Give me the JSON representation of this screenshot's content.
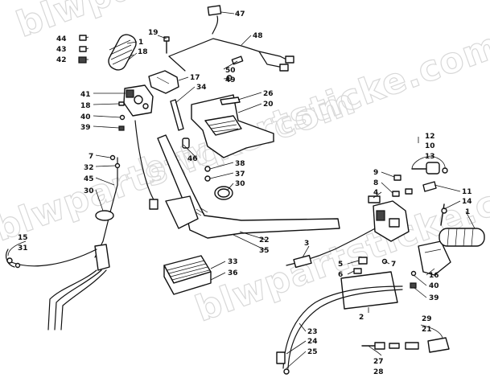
{
  "watermark": "blwpartsticke.com",
  "callouts": [
    {
      "id": "47",
      "label": "47"
    },
    {
      "id": "19",
      "label": "19"
    },
    {
      "id": "1a",
      "label": "1"
    },
    {
      "id": "18a",
      "label": "18"
    },
    {
      "id": "44",
      "label": "44"
    },
    {
      "id": "43",
      "label": "43"
    },
    {
      "id": "42",
      "label": "42"
    },
    {
      "id": "48",
      "label": "48"
    },
    {
      "id": "50",
      "label": "50"
    },
    {
      "id": "49",
      "label": "49"
    },
    {
      "id": "17",
      "label": "17"
    },
    {
      "id": "34",
      "label": "34"
    },
    {
      "id": "41",
      "label": "41"
    },
    {
      "id": "18b",
      "label": "18"
    },
    {
      "id": "40a",
      "label": "40"
    },
    {
      "id": "39a",
      "label": "39"
    },
    {
      "id": "26",
      "label": "26"
    },
    {
      "id": "20",
      "label": "20"
    },
    {
      "id": "7a",
      "label": "7"
    },
    {
      "id": "32",
      "label": "32"
    },
    {
      "id": "45",
      "label": "45"
    },
    {
      "id": "46",
      "label": "46"
    },
    {
      "id": "38",
      "label": "38"
    },
    {
      "id": "37",
      "label": "37"
    },
    {
      "id": "30a",
      "label": "30"
    },
    {
      "id": "30b",
      "label": "30"
    },
    {
      "id": "12",
      "label": "12"
    },
    {
      "id": "10",
      "label": "10"
    },
    {
      "id": "13",
      "label": "13"
    },
    {
      "id": "9",
      "label": "9"
    },
    {
      "id": "8",
      "label": "8"
    },
    {
      "id": "4",
      "label": "4"
    },
    {
      "id": "11",
      "label": "11"
    },
    {
      "id": "14",
      "label": "14"
    },
    {
      "id": "1b",
      "label": "1"
    },
    {
      "id": "15",
      "label": "15"
    },
    {
      "id": "31",
      "label": "31"
    },
    {
      "id": "22",
      "label": "22"
    },
    {
      "id": "35",
      "label": "35"
    },
    {
      "id": "3",
      "label": "3"
    },
    {
      "id": "33",
      "label": "33"
    },
    {
      "id": "36",
      "label": "36"
    },
    {
      "id": "5",
      "label": "5"
    },
    {
      "id": "6",
      "label": "6"
    },
    {
      "id": "7b",
      "label": "7"
    },
    {
      "id": "16",
      "label": "16"
    },
    {
      "id": "40b",
      "label": "40"
    },
    {
      "id": "39b",
      "label": "39"
    },
    {
      "id": "2",
      "label": "2"
    },
    {
      "id": "29",
      "label": "29"
    },
    {
      "id": "21",
      "label": "21"
    },
    {
      "id": "23",
      "label": "23"
    },
    {
      "id": "24",
      "label": "24"
    },
    {
      "id": "25",
      "label": "25"
    },
    {
      "id": "27",
      "label": "27"
    },
    {
      "id": "28",
      "label": "28"
    }
  ]
}
